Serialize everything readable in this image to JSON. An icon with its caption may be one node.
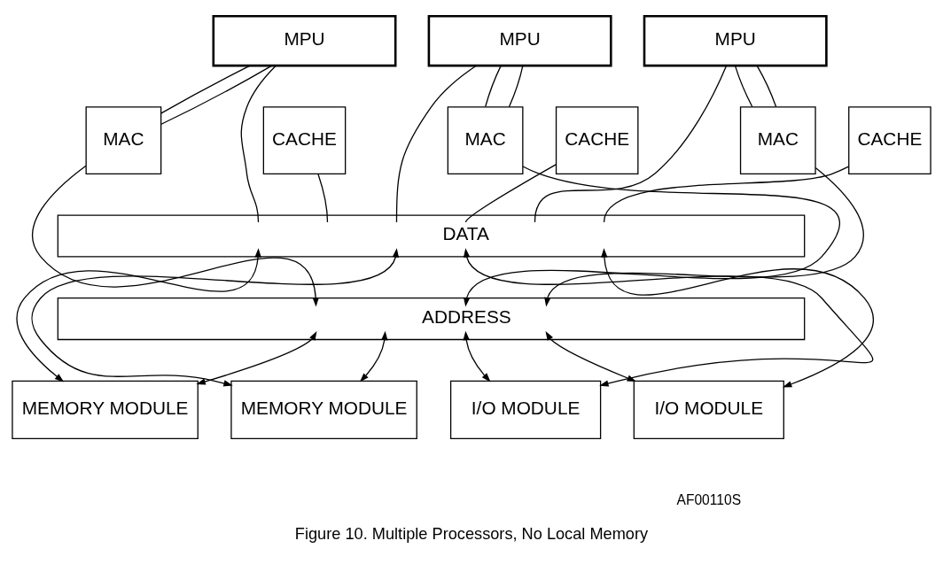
{
  "diagram": {
    "caption": "Figure 10. Multiple Processors, No Local Memory",
    "nodes": [
      {
        "text": [
          "MPU"
        ]
      },
      {
        "text": [
          "MAC"
        ]
      },
      {
        "text": [
          "CACHE"
        ]
      },
      {
        "text": [
          "MPU"
        ]
      },
      {
        "text": [
          "MAC"
        ]
      },
      {
        "text": [
          "CACHE"
        ]
      },
      {
        "text": [
          "MPU"
        ]
      },
      {
        "text": [
          "MAC"
        ]
      },
      {
        "text": [
          "CACHE"
        ]
      },
      {
        "text": [
          "DATA"
        ]
      },
      {
        "text": [
          "ADDRESS"
        ]
      },
      {
        "text": [
          "MEMORY MODULE"
        ]
      },
      {
        "text": [
          "MEMORY MODULE"
        ]
      },
      {
        "text": [
          "I/O MODULE"
        ]
      },
      {
        "text": [
          "I/O MODULE"
        ]
      }
    ],
    "edges": [
      {
        "from": 0,
        "to": 1,
        "arrow": "none"
      },
      {
        "from": 0,
        "to": 1,
        "arrow": "none"
      },
      {
        "from": 0,
        "to": 9,
        "arrow": "none"
      },
      {
        "from": 2,
        "to": 9,
        "arrow": "none"
      },
      {
        "from": 1,
        "to": 10,
        "arrow": "to"
      },
      {
        "from": 3,
        "to": 4,
        "arrow": "none"
      },
      {
        "from": 3,
        "to": 4,
        "arrow": "none"
      },
      {
        "from": 3,
        "to": 9,
        "arrow": "none"
      },
      {
        "from": 5,
        "to": 9,
        "arrow": "none"
      },
      {
        "from": 4,
        "to": 10,
        "arrow": "to"
      },
      {
        "from": 6,
        "to": 7,
        "arrow": "none"
      },
      {
        "from": 6,
        "to": 7,
        "arrow": "none"
      },
      {
        "from": 6,
        "to": 9,
        "arrow": "none"
      },
      {
        "from": 8,
        "to": 9,
        "arrow": "none"
      },
      {
        "from": 7,
        "to": 10,
        "arrow": "to"
      },
      {
        "from": 9,
        "to": 11,
        "arrow": "both"
      },
      {
        "from": 10,
        "to": 11,
        "arrow": "both"
      },
      {
        "from": 9,
        "to": 12,
        "arrow": "both"
      },
      {
        "from": 10,
        "to": 12,
        "arrow": "both"
      },
      {
        "from": 9,
        "to": 13,
        "arrow": "both"
      },
      {
        "from": 10,
        "to": 13,
        "arrow": "both"
      },
      {
        "from": 9,
        "to": 14,
        "arrow": "both"
      },
      {
        "from": 10,
        "to": 14,
        "arrow": "both"
      }
    ],
    "labels": [
      "AF00110S"
    ]
  }
}
